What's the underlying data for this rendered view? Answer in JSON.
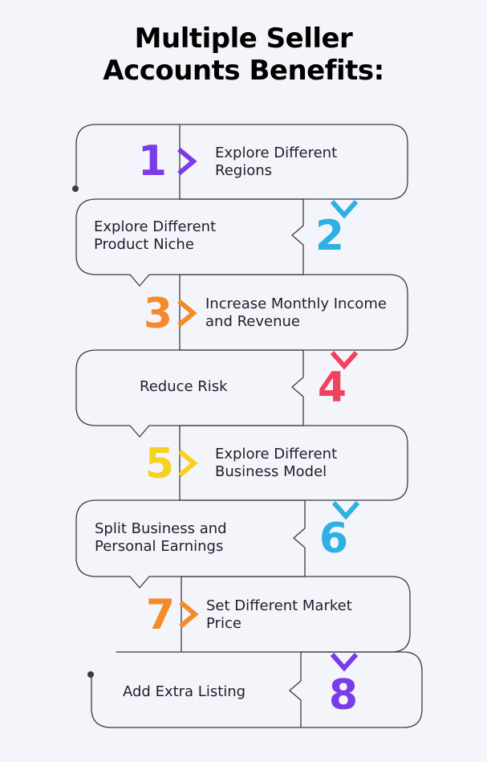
{
  "title": {
    "line1": "Multiple Seller",
    "line2": "Accounts Benefits:"
  },
  "steps": [
    {
      "number": "1",
      "label": "Explore Different Regions",
      "color": "#7a3be8"
    },
    {
      "number": "2",
      "label": "Explore Different Product Niche",
      "color": "#2fb0e3"
    },
    {
      "number": "3",
      "label": "Increase Monthly Income and Revenue",
      "color": "#f58a2b"
    },
    {
      "number": "4",
      "label": "Reduce Risk",
      "color": "#f0425f"
    },
    {
      "number": "5",
      "label": "Explore Different Business Model",
      "color": "#f6d21e"
    },
    {
      "number": "6",
      "label": "Split Business and Personal Earnings",
      "color": "#2fb0e3"
    },
    {
      "number": "7",
      "label": "Set Different Market Price",
      "color": "#f58a2b"
    },
    {
      "number": "8",
      "label": "Add Extra Listing",
      "color": "#7a3be8"
    }
  ]
}
